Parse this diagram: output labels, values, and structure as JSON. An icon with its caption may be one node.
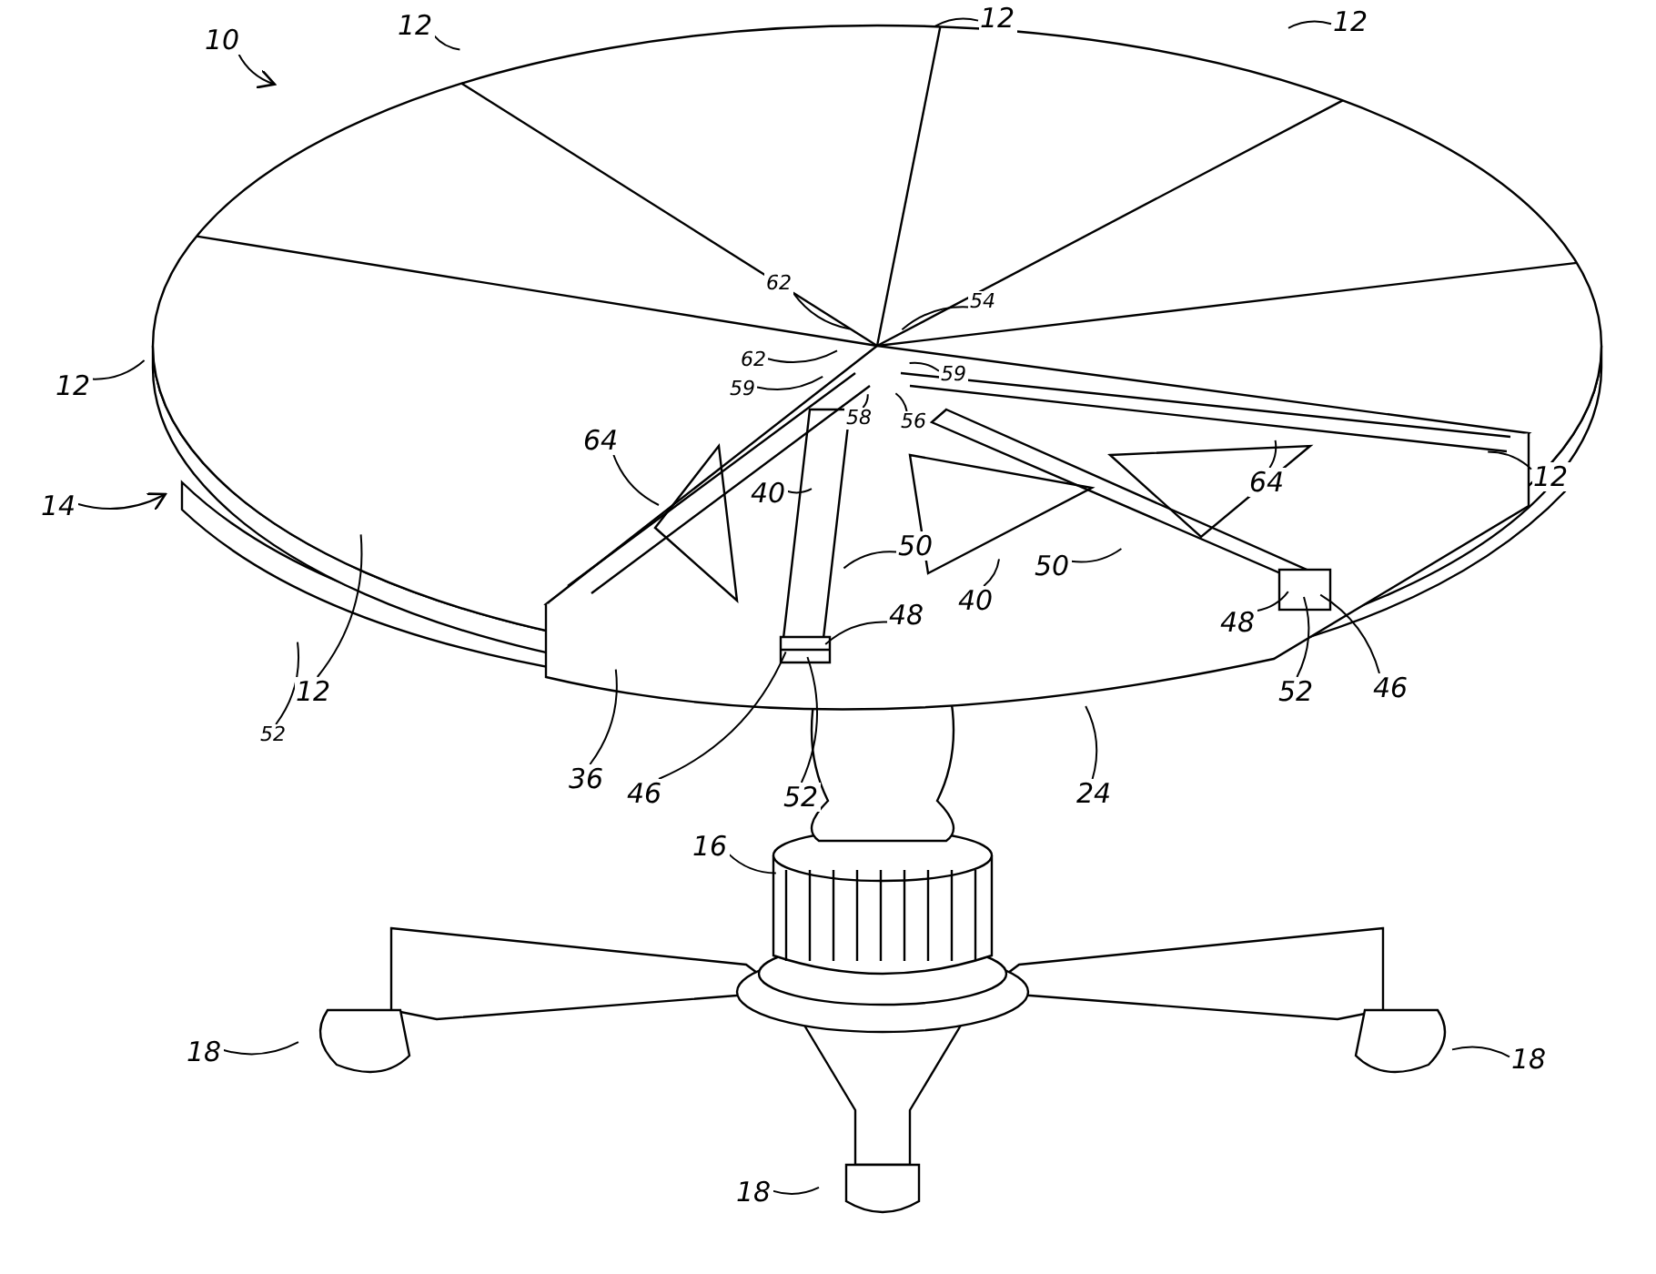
{
  "diagram": {
    "nodes": [
      {
        "text": [
          "10"
        ]
      },
      {
        "text": [
          "12"
        ]
      },
      {
        "text": [
          "12"
        ]
      },
      {
        "text": [
          "12"
        ]
      },
      {
        "text": [
          "12"
        ]
      },
      {
        "text": [
          "12"
        ]
      },
      {
        "text": [
          "12"
        ]
      },
      {
        "text": [
          "14"
        ]
      },
      {
        "text": [
          "62"
        ]
      },
      {
        "text": [
          "54"
        ]
      },
      {
        "text": [
          "62"
        ]
      },
      {
        "text": [
          "59"
        ]
      },
      {
        "text": [
          "59"
        ]
      },
      {
        "text": [
          "58"
        ]
      },
      {
        "text": [
          "56"
        ]
      },
      {
        "text": [
          "64"
        ]
      },
      {
        "text": [
          "64"
        ]
      },
      {
        "text": [
          "40"
        ]
      },
      {
        "text": [
          "40"
        ]
      },
      {
        "text": [
          "50"
        ]
      },
      {
        "text": [
          "50"
        ]
      },
      {
        "text": [
          "52"
        ]
      },
      {
        "text": [
          "36"
        ]
      },
      {
        "text": [
          "46"
        ]
      },
      {
        "text": [
          "48"
        ]
      },
      {
        "text": [
          "52"
        ]
      },
      {
        "text": [
          "48"
        ]
      },
      {
        "text": [
          "52"
        ]
      },
      {
        "text": [
          "46"
        ]
      },
      {
        "text": [
          "24"
        ]
      },
      {
        "text": [
          "16"
        ]
      },
      {
        "text": [
          "18"
        ]
      },
      {
        "text": [
          "18"
        ]
      },
      {
        "text": [
          "18"
        ]
      }
    ],
    "edges": [
      {
        "from": 0,
        "to": null,
        "arrow": "to"
      },
      {
        "from": 1,
        "to": null,
        "arrow": "none"
      },
      {
        "from": 2,
        "to": null,
        "arrow": "none"
      },
      {
        "from": 3,
        "to": null,
        "arrow": "none"
      },
      {
        "from": 4,
        "to": null,
        "arrow": "none"
      },
      {
        "from": 5,
        "to": null,
        "arrow": "none"
      },
      {
        "from": 6,
        "to": null,
        "arrow": "none"
      },
      {
        "from": 7,
        "to": null,
        "arrow": "to"
      },
      {
        "from": 8,
        "to": null,
        "arrow": "none"
      },
      {
        "from": 9,
        "to": null,
        "arrow": "none"
      },
      {
        "from": 10,
        "to": null,
        "arrow": "none"
      },
      {
        "from": 11,
        "to": null,
        "arrow": "none"
      },
      {
        "from": 12,
        "to": null,
        "arrow": "none"
      },
      {
        "from": 13,
        "to": null,
        "arrow": "none"
      },
      {
        "from": 14,
        "to": null,
        "arrow": "none"
      },
      {
        "from": 15,
        "to": null,
        "arrow": "none"
      },
      {
        "from": 16,
        "to": null,
        "arrow": "none"
      },
      {
        "from": 17,
        "to": null,
        "arrow": "none"
      },
      {
        "from": 18,
        "to": null,
        "arrow": "none"
      },
      {
        "from": 19,
        "to": null,
        "arrow": "none"
      },
      {
        "from": 20,
        "to": null,
        "arrow": "none"
      },
      {
        "from": 21,
        "to": null,
        "arrow": "none"
      },
      {
        "from": 22,
        "to": null,
        "arrow": "none"
      },
      {
        "from": 23,
        "to": null,
        "arrow": "none"
      },
      {
        "from": 24,
        "to": null,
        "arrow": "none"
      },
      {
        "from": 25,
        "to": null,
        "arrow": "none"
      },
      {
        "from": 26,
        "to": null,
        "arrow": "none"
      },
      {
        "from": 27,
        "to": null,
        "arrow": "none"
      },
      {
        "from": 28,
        "to": null,
        "arrow": "none"
      },
      {
        "from": 29,
        "to": null,
        "arrow": "none"
      },
      {
        "from": 30,
        "to": null,
        "arrow": "none"
      },
      {
        "from": 31,
        "to": null,
        "arrow": "none"
      },
      {
        "from": 32,
        "to": null,
        "arrow": "none"
      },
      {
        "from": 33,
        "to": null,
        "arrow": "none"
      }
    ]
  }
}
